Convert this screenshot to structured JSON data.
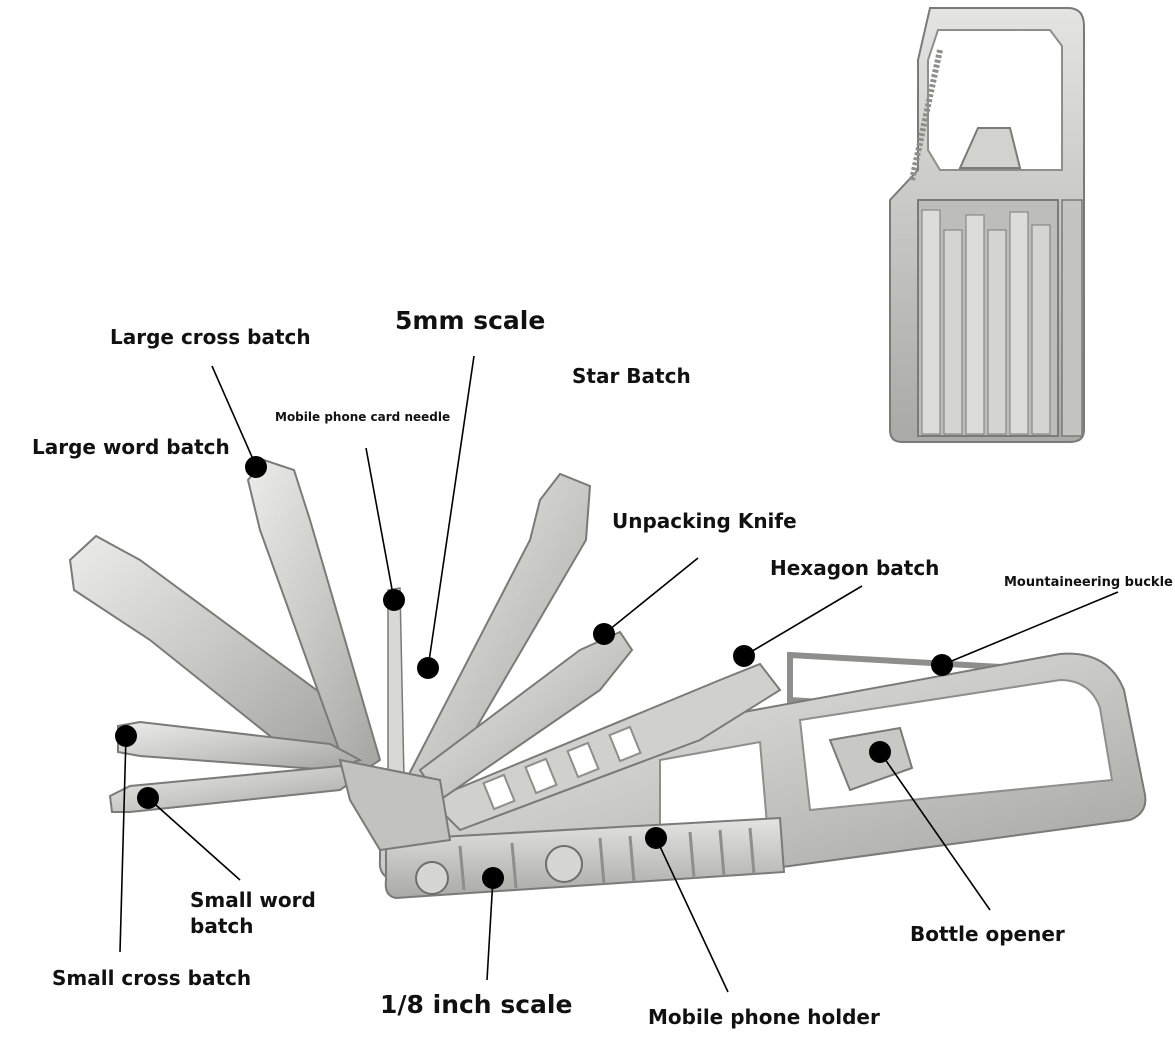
{
  "colors": {
    "metal_light": "#d9d9d7",
    "metal_mid": "#b8b8b5",
    "metal_dark": "#8e8e8b",
    "outline": "#7a7a77",
    "marker": "#000000"
  },
  "labels": {
    "large_cross_batch": "Large cross batch",
    "five_mm_scale": "5mm scale",
    "star_batch": "Star Batch",
    "mobile_phone_card_needle": "Mobile phone card needle",
    "large_word_batch": "Large word batch",
    "unpacking_knife": "Unpacking Knife",
    "hexagon_batch": "Hexagon batch",
    "mountaineering_buckle": "Mountaineering buckle",
    "small_word_batch_line1": "Small word",
    "small_word_batch_line2": "batch",
    "bottle_opener": "Bottle opener",
    "small_cross_batch": "Small cross batch",
    "one_eighth_inch_scale": "1/8 inch scale",
    "mobile_phone_holder": "Mobile phone holder"
  }
}
